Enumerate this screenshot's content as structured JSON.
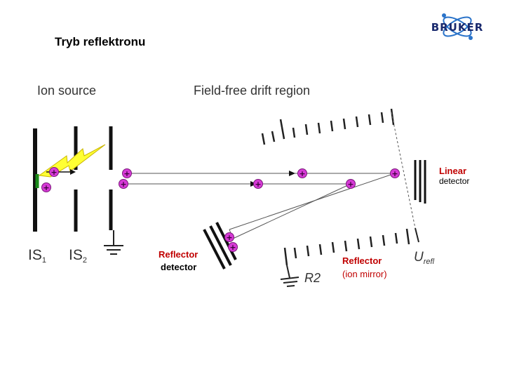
{
  "slide": {
    "title": "Tryb reflektronu"
  },
  "logo": {
    "text": "BRUKER",
    "color": "#1a2a6e",
    "icon": "atom-orbit-icon"
  },
  "labels": {
    "ion_source": "Ion source",
    "drift_region": "Field-free drift region",
    "is1_main": "IS",
    "is1_sub": "1",
    "is2_main": "IS",
    "is2_sub": "2",
    "reflector_detector_line1": "Reflector",
    "reflector_detector_line2": "detector",
    "reflector_line1": "Reflector",
    "reflector_line2": "(ion mirror)",
    "r2": "R2",
    "u_main": "U",
    "u_sub": "refl",
    "linear_line1": "Linear",
    "linear_line2": "detector"
  },
  "ion_symbol": "+",
  "colors": {
    "ion": "#d63ad6",
    "laser": "#ffff33",
    "accent_red": "#c00000",
    "path": "#555555"
  }
}
